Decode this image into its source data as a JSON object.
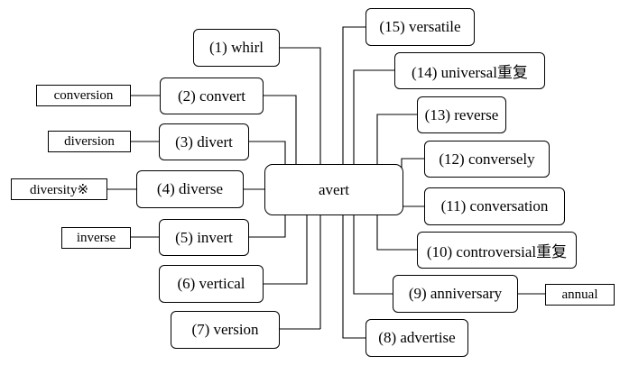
{
  "center": "avert",
  "left_items": [
    {
      "id": "n1",
      "label": "(1) whirl"
    },
    {
      "id": "n2",
      "label": "(2) convert",
      "leaf": "conversion"
    },
    {
      "id": "n3",
      "label": "(3) divert",
      "leaf": "diversion"
    },
    {
      "id": "n4",
      "label": "(4) diverse",
      "leaf": "diversity※"
    },
    {
      "id": "n5",
      "label": "(5) invert",
      "leaf": "inverse"
    },
    {
      "id": "n6",
      "label": "(6) vertical"
    },
    {
      "id": "n7",
      "label": "(7) version"
    }
  ],
  "right_items": [
    {
      "id": "n8",
      "label": "(8) advertise"
    },
    {
      "id": "n9",
      "label": "(9) anniversary",
      "leaf": "annual"
    },
    {
      "id": "n10",
      "label": "(10) controversial重复"
    },
    {
      "id": "n11",
      "label": "(11) conversation"
    },
    {
      "id": "n12",
      "label": "(12) conversely"
    },
    {
      "id": "n13",
      "label": "(13) reverse"
    },
    {
      "id": "n14",
      "label": "(14) universal重复"
    },
    {
      "id": "n15",
      "label": "(15) versatile"
    }
  ]
}
